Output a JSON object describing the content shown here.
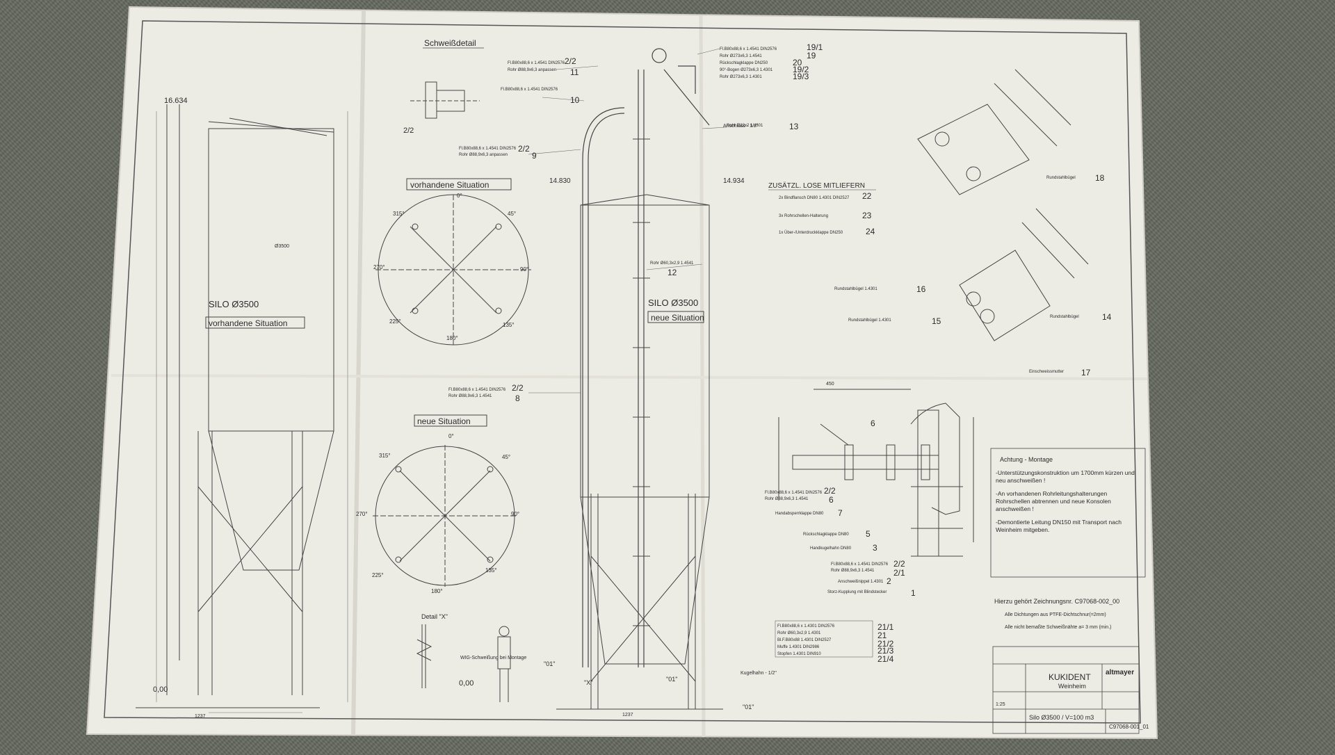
{
  "drawing": {
    "titles": {
      "weld_detail": "Schweißdetail",
      "existing_situation": "vorhandene Situation",
      "new_situation": "neue Situation",
      "silo_left": "SILO Ø3500",
      "silo_left_sub": "vorhandene Situation",
      "silo_right": "SILO Ø3500",
      "silo_right_sub": "neue Situation",
      "detail_x": "Detail \"X\"",
      "deliver_loose": "ZUSÄTZL. LOSE MITLIEFERN"
    },
    "elevations": {
      "top_left": "16.634",
      "top_mid": "14.830",
      "top_right": "14.934",
      "zero_left": "0,00",
      "zero_mid": "0,00"
    },
    "angles": [
      "0°",
      "45°",
      "90°",
      "135°",
      "180°",
      "225°",
      "270°",
      "315°"
    ],
    "parts_list": [
      {
        "text": "Fl.B80x88,6 x 1.4541 DIN2576",
        "pos": "19/1"
      },
      {
        "text": "Rohr Ø273x6,3  1.4541",
        "pos": "19"
      },
      {
        "text": "Rückschlagklappe DN250",
        "pos": "20"
      },
      {
        "text": "90°-Bogen Ø273x6,3  1.4301",
        "pos": "19/2"
      },
      {
        "text": "Rohr Ø273x6,3  1.4301",
        "pos": "19/3"
      },
      {
        "text": "Fl.B80x88,6 x 1.4541 DIN2576",
        "pos": "2/2"
      },
      {
        "text": "Rohr Ø88,9x6,3  anpassen",
        "pos": "11"
      },
      {
        "text": "Fl.B80x88,6 x 1.4541 DIN2576",
        "pos": "10"
      },
      {
        "text": "Rohr Ø22x2  1.4301",
        "pos": "13"
      },
      {
        "text": "Fl.B80x88,6 x 1.4541 DIN2576",
        "pos": "2/2"
      },
      {
        "text": "Rohr Ø88,9x6,3  anpassen",
        "pos": "9"
      },
      {
        "text": "Rohr Ø60,3x2,9  1.4541",
        "pos": "12"
      },
      {
        "text": "Fl.B80x88,6 x 1.4541 DIN2576",
        "pos": "2/2"
      },
      {
        "text": "Rohr Ø88,9x6,3  1.4541",
        "pos": "8"
      }
    ],
    "loose_items": [
      {
        "text": "2x Bindflansch DN80 1.4301 DIN2527",
        "pos": "22"
      },
      {
        "text": "3x Rohrschellen-Halterung",
        "pos": "23"
      },
      {
        "text": "1x Über-/Unterdruckklappe DN250",
        "pos": "24"
      }
    ],
    "side_items": [
      {
        "text": "Rundstahlbügel",
        "pos": "18"
      },
      {
        "text": "Rundstahlbügel 1.4301",
        "pos": "16"
      },
      {
        "text": "Rundstahlbügel 1.4301",
        "pos": "15"
      },
      {
        "text": "Rundstahlbügel",
        "pos": "14"
      },
      {
        "text": "Einschweissmutter",
        "pos": "17"
      }
    ],
    "detail_items": [
      {
        "text": "Fl.B80x88,6 x 1.4541 DIN2576",
        "pos": "2/2"
      },
      {
        "text": "Rohr Ø88,9x6,3  1.4541",
        "pos": "6"
      },
      {
        "text": "Handabsperrklappe DN80",
        "pos": "7"
      },
      {
        "text": "Rückschlagklappe DN80",
        "pos": "5"
      },
      {
        "text": "Handkugelhahn DN80",
        "pos": "3"
      },
      {
        "text": "Fl.B80x88,6 x 1.4541 DIN2576",
        "pos": "2/2"
      },
      {
        "text": "Rohr Ø88,9x6,3  1.4541",
        "pos": "2/1"
      },
      {
        "text": "Anschweißnippel 1.4301",
        "pos": "2"
      },
      {
        "text": "Storz-Kupplung mit Blindstecker",
        "pos": "1"
      }
    ],
    "lower_items": [
      {
        "text": "Fl.B80x88,6 x 1.4301 DIN2576",
        "pos": "21/1"
      },
      {
        "text": "Rohr Ø60,3x2,9  1.4301",
        "pos": "21"
      },
      {
        "text": "Bl.F.B80x88 1.4301 DIN2527",
        "pos": "21/2"
      },
      {
        "text": "Muffe 1.4301 DIN2986",
        "pos": "21/3"
      },
      {
        "text": "Stopfen 1.4301 DIN910",
        "pos": "21/4"
      }
    ],
    "notes": {
      "title": "Achtung - Montage",
      "n1": "-Unterstützungskonstruktion um 1700mm kürzen und neu anschweißen !",
      "n2": "-An vorhandenen Rohrleitungshalterungen Rohrschellen abtrennen und neue Konsolen anschweißen !",
      "n3": "-Demontierte Leitung DN150 mit Transport nach Weinheim mitgeben.",
      "ref": "Hierzu gehört Zeichnungsnr. C97068-002_00",
      "seals": "Alle Dichtungen aus PTFE-Dichtschnur(=2mm)",
      "welds": "Alle nicht bemaßte Schweißnähte a= 3 mm (min.)"
    },
    "title_block": {
      "customer": "KUKIDENT",
      "city": "Weinheim",
      "company": "altmayer",
      "description": "Silo Ø3500 / V=100 m3",
      "drawing_no": "C97068-001_01",
      "scale": "1:25"
    },
    "misc": {
      "kugelhahn": "Kugelhahn - 1/2\"",
      "anschluss": "Anschluss - 1/2\"",
      "wig": "WIG-Schweißung bei Montage",
      "dim_1237": "1237",
      "dim_3500": "Ø3500",
      "dim_450": "450",
      "label_01": "\"01\"",
      "label_x": "\"X\""
    }
  }
}
